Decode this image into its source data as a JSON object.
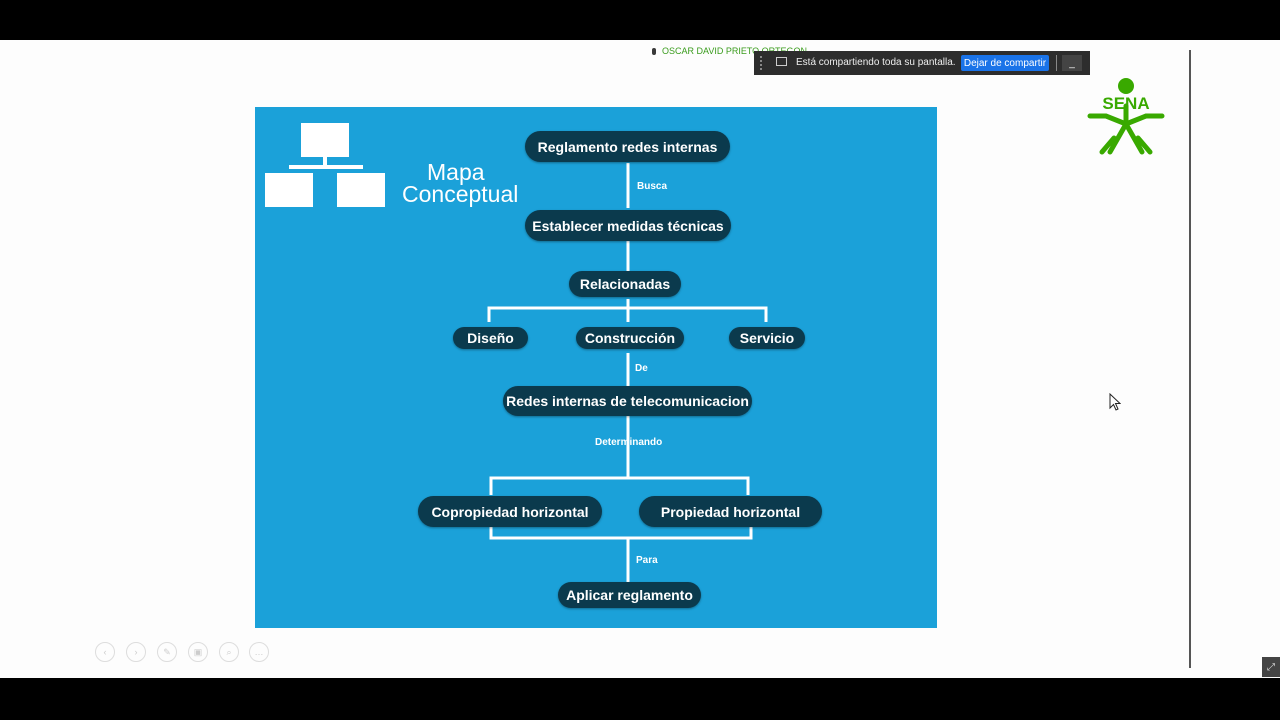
{
  "presenter": {
    "name": "OSCAR DAVID PRIETO ORTEGON"
  },
  "share_bar": {
    "message": "Está compartiendo toda su pantalla.",
    "stop_label": "Dejar de compartir",
    "minimize_label": "_"
  },
  "logo": {
    "text": "SENA",
    "color": "#39a900"
  },
  "slide": {
    "title_line1": "Mapa",
    "title_line2": "Conceptual",
    "background": "#1ba1d9",
    "node_color": "#0b3a4d",
    "nodes": {
      "reglamento": "Reglamento redes internas",
      "establecer": "Establecer medidas técnicas",
      "relacionadas": "Relacionadas",
      "diseno": "Diseño",
      "construccion": "Construcción",
      "servicio": "Servicio",
      "redes": "Redes internas de telecomunicacion",
      "copropiedad": "Copropiedad horizontal",
      "propiedad": "Propiedad horizontal",
      "aplicar": "Aplicar reglamento"
    },
    "links": {
      "busca": "Busca",
      "de": "De",
      "determinando": "Determinando",
      "para": "Para"
    }
  },
  "controls": {
    "prev": "‹",
    "next": "›",
    "pen": "✎",
    "pages": "▣",
    "zoom": "⌕",
    "more": "…"
  },
  "fullscreen_icon": "⤢"
}
